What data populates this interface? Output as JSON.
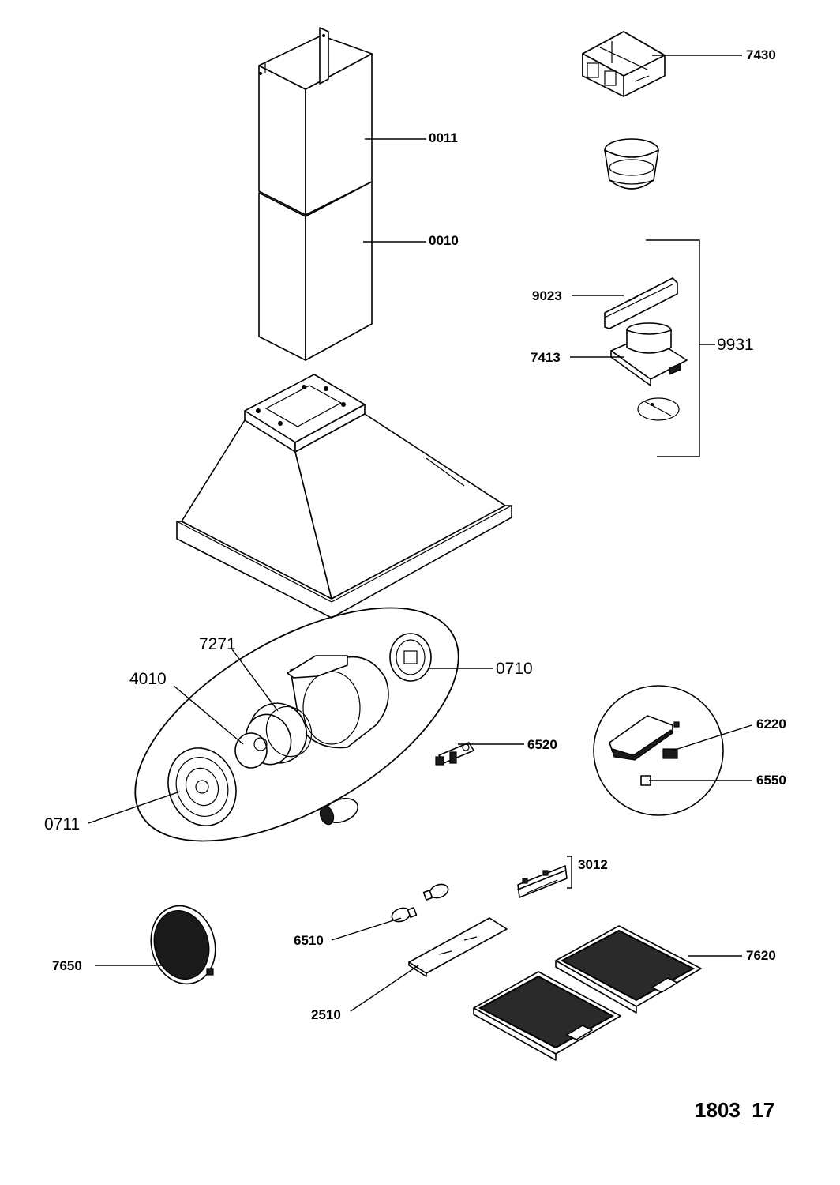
{
  "drawing_code": "1803_17",
  "parts": {
    "p0011": "0011",
    "p0010": "0010",
    "p7430": "7430",
    "p9023": "9023",
    "p7413": "7413",
    "p9931": "9931",
    "p7271": "7271",
    "p4010": "4010",
    "p0710": "0710",
    "p0711": "0711",
    "p6520": "6520",
    "p6220": "6220",
    "p6550": "6550",
    "p3012": "3012",
    "p6510": "6510",
    "p7650": "7650",
    "p7620": "7620",
    "p2510": "2510"
  }
}
